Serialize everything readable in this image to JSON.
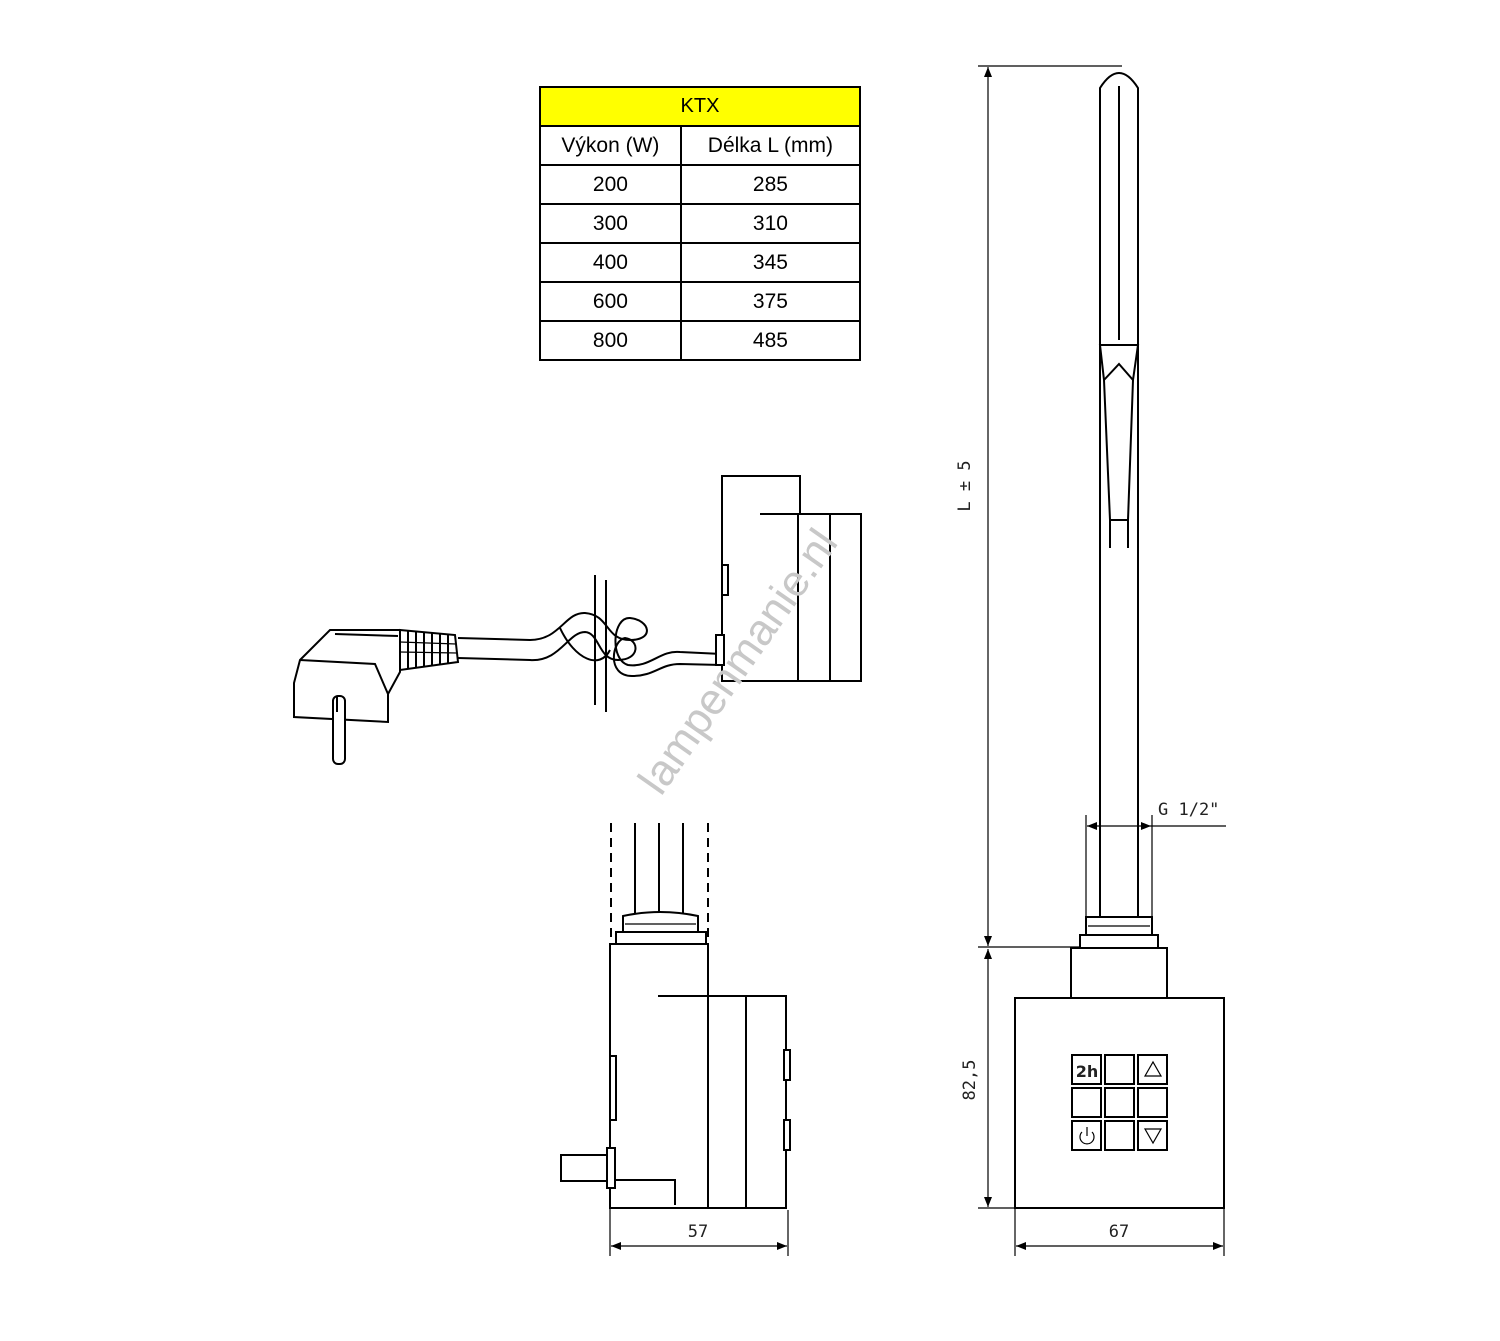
{
  "table": {
    "title": "KTX",
    "headers": [
      "Výkon (W)",
      "Délka L (mm)"
    ],
    "rows": [
      [
        "200",
        "285"
      ],
      [
        "300",
        "310"
      ],
      [
        "400",
        "345"
      ],
      [
        "600",
        "375"
      ],
      [
        "800",
        "485"
      ]
    ]
  },
  "dimensions": {
    "length": "L ± 5",
    "thread": "G 1/2\"",
    "body_height": "82,5",
    "side_width": "57",
    "front_width": "67"
  },
  "panel": {
    "timer_label": "2h",
    "power_icon": "power-icon",
    "up_icon": "triangle-up-icon",
    "down_icon": "triangle-down-icon"
  },
  "watermark": "lampenmanie.nl"
}
